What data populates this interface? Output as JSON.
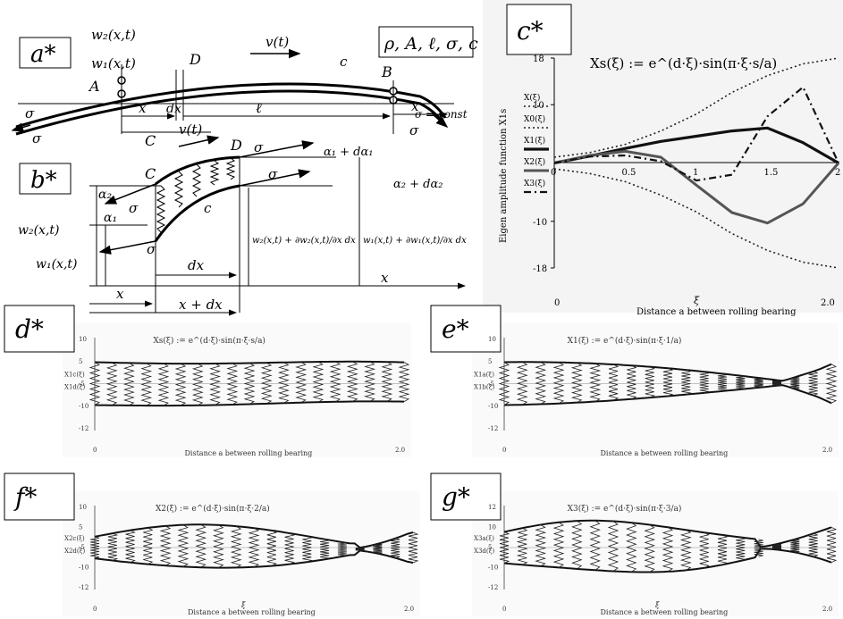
{
  "panel_labels": {
    "a": "a*",
    "b": "b*",
    "c": "c*",
    "d": "d*",
    "e": "e*",
    "f": "f*",
    "g": "g*"
  },
  "panel_a": {
    "params": "ρ, A, ℓ, σ, c",
    "w2": "w₂(x,t)",
    "w1": "w₁(x,t)",
    "vt": "v(t)",
    "A": "A",
    "B": "B",
    "C": "C",
    "D": "D",
    "c": "c",
    "x_left": "x",
    "x_right": "x",
    "dx": "dx",
    "ell": "ℓ",
    "sigma1": "σ",
    "sigma2": "σ",
    "sigma3": "σ",
    "sigma_const": "σ = const"
  },
  "panel_b": {
    "vt": "v(t)",
    "C": "C",
    "D": "D",
    "c": "c",
    "sigma_top": "σ",
    "sigma_mid": "σ",
    "sigma_left": "σ",
    "sigma_low": "σ",
    "alpha1": "α₁",
    "alpha2": "α₂",
    "alpha1_d": "α₁ + dα₁",
    "alpha2_d": "α₂ + dα₂",
    "w2": "w₂(x,t)",
    "w1": "w₁(x,t)",
    "w2_expr": "w₂(x,t) + ∂w₂(x,t)/∂x dx",
    "w1_expr": "w₁(x,t) + ∂w₁(x,t)/∂x dx",
    "dx": "dx",
    "x": "x",
    "x_axis": "x",
    "x_dx": "x + dx"
  },
  "panel_c": {
    "formula": "Xs(ξ) := e^(d·ξ)·sin(π·ξ·s/a)",
    "ylabel": "Eigen amplitude function X1s",
    "xlabel": "Distance a between rolling bearing",
    "xi": "ξ",
    "y_ticks": [
      "18",
      "10",
      "-10",
      "-18"
    ],
    "x_ticks": [
      "0",
      "0.5",
      "1",
      "1.5",
      "2"
    ],
    "x_range": [
      "0",
      "2.0"
    ],
    "legend": [
      "X(ξ)",
      "X0(ξ)",
      "X1(ξ)",
      "X2(ξ)",
      "X3(ξ)"
    ]
  },
  "chart_data": {
    "type": "line",
    "title": "",
    "xlabel": "Distance a between rolling bearing",
    "ylabel": "Eigen amplitude function X1s",
    "xlim": [
      0,
      2
    ],
    "ylim": [
      -18,
      18
    ],
    "x": [
      0,
      0.25,
      0.5,
      0.75,
      1.0,
      1.25,
      1.5,
      1.75,
      2.0
    ],
    "series": [
      {
        "name": "X(ξ)",
        "values": [
          1,
          1.8,
          3.2,
          5.5,
          8.4,
          12.1,
          15.0,
          17.0,
          18
        ]
      },
      {
        "name": "X0(ξ)",
        "values": [
          -1,
          -1.8,
          -3.2,
          -5.5,
          -8.4,
          -12.1,
          -15.0,
          -17.0,
          -18
        ]
      },
      {
        "name": "X1(ξ)",
        "values": [
          0,
          1.2,
          2.5,
          3.7,
          4.6,
          5.5,
          6.0,
          3.5,
          0
        ]
      },
      {
        "name": "X2(ξ)",
        "values": [
          0,
          1.3,
          2.0,
          1.0,
          -3.8,
          -8.5,
          -10.3,
          -7.0,
          0
        ]
      },
      {
        "name": "X3(ξ)",
        "values": [
          0,
          1.1,
          1.3,
          0.3,
          -3.0,
          -2.0,
          8.0,
          13.0,
          0
        ]
      }
    ]
  },
  "panels_small": {
    "d": {
      "formula": "Xs(ξ) := e^(d·ξ)·sin(π·ξ·s/a)",
      "legend": [
        "X1c(ξ)",
        "X1d(ξ)"
      ],
      "xlabel": "Distance a between rolling bearing",
      "xstart": "0",
      "xend": "2.0",
      "yt1": "10",
      "yt2": "5",
      "yt3": "-5",
      "yt4": "-10",
      "yt5": "-12"
    },
    "e": {
      "formula": "X1(ξ) := e^(d·ξ)·sin(π·ξ·1/a)",
      "legend": [
        "X1a(ξ)",
        "X1b(ξ)"
      ],
      "xlabel": "Distance a between rolling bearing",
      "xstart": "0",
      "xend": "2.0",
      "yt1": "10",
      "yt2": "5",
      "yt3": "-5",
      "yt4": "-10",
      "yt5": "-12"
    },
    "f": {
      "formula": "X2(ξ) := e^(d·ξ)·sin(π·ξ·2/a)",
      "legend": [
        "X2c(ξ)",
        "X2d(ξ)"
      ],
      "xlabel": "Distance a between rolling bearing",
      "xstart": "0",
      "xend": "2.0",
      "yt1": "10",
      "yt2": "5",
      "yt3": "-5",
      "yt4": "-10",
      "yt5": "-12",
      "xi": "ξ"
    },
    "g": {
      "formula": "X3(ξ) := e^(d·ξ)·sin(π·ξ·3/a)",
      "legend": [
        "X3a(ξ)",
        "X3d(ξ)"
      ],
      "xlabel": "Distance a between rolling bearing",
      "xstart": "0",
      "xend": "2.0",
      "yt1": "12",
      "yt2": "10",
      "yt3": "5",
      "yt4": "-10",
      "yt5": "-12",
      "xi": "ξ"
    }
  }
}
